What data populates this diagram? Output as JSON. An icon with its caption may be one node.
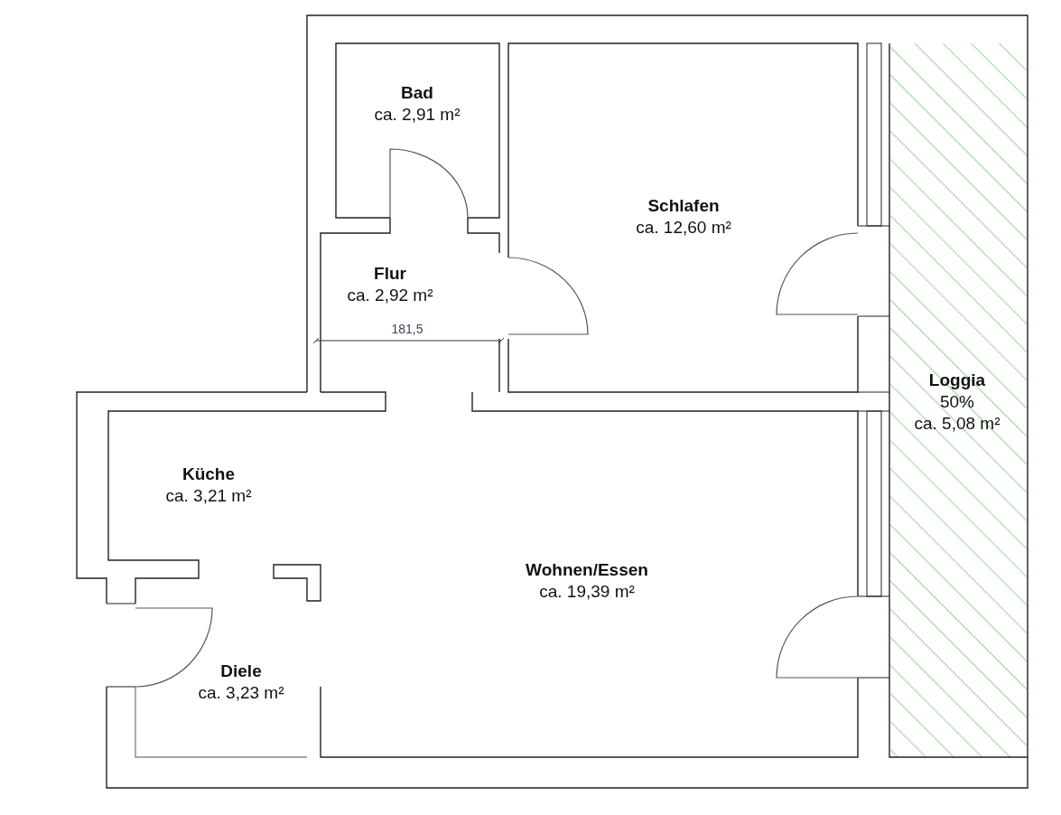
{
  "diagram": {
    "nodes": [
      {
        "text": [
          "Bad",
          "ca. 2,91 m²"
        ]
      },
      {
        "text": [
          "Schlafen",
          "ca. 12,60 m²"
        ]
      },
      {
        "text": [
          "Flur",
          "ca. 2,92 m²"
        ]
      },
      {
        "text": [
          "Loggia",
          "50%",
          "ca. 5,08 m²"
        ]
      },
      {
        "text": [
          "Küche",
          "ca. 3,21 m²"
        ]
      },
      {
        "text": [
          "Wohnen/Essen",
          "ca. 19,39 m²"
        ]
      },
      {
        "text": [
          "Diele",
          "ca. 3,23 m²"
        ]
      }
    ],
    "labels": [
      "181,5"
    ]
  }
}
